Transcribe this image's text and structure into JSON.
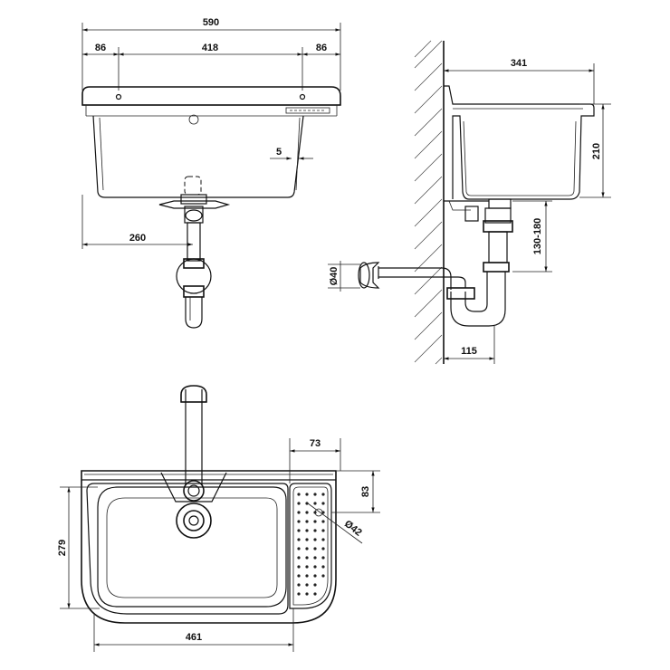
{
  "dimensions": {
    "front_total_width": "590",
    "front_left_offset": "86",
    "front_hole_spacing": "418",
    "front_right_offset": "86",
    "front_wall_thickness": "5",
    "front_drain_offset": "260",
    "side_depth": "341",
    "side_height": "210",
    "side_trap_range": "130-180",
    "side_pipe_diameter": "Ø40",
    "side_wall_to_trap": "115",
    "top_rack_width": "73",
    "top_rack_depth": "83",
    "top_drain_diameter": "Ø42",
    "top_depth": "279",
    "top_width": "461"
  }
}
